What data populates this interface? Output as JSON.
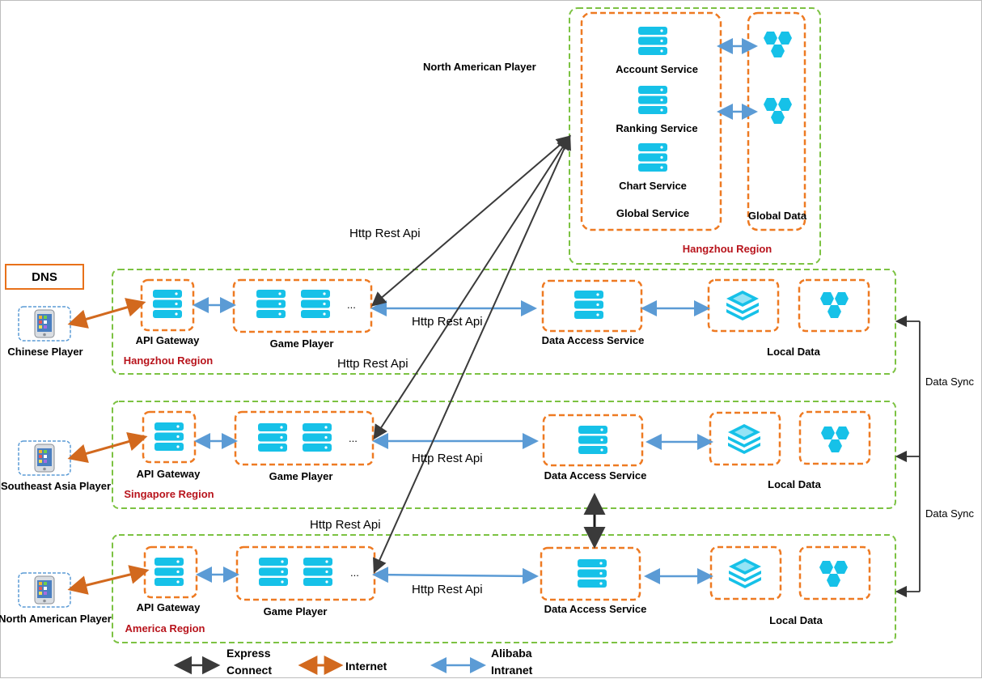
{
  "colors": {
    "express": "#3a3a3a",
    "internet": "#d2691e",
    "intranet": "#5b9bd5",
    "region_border": "#7cc242",
    "box_border": "#ee7a22",
    "accent_icon": "#16c1e8",
    "region_label": "#b8141c"
  },
  "dns": {
    "label": "DNS"
  },
  "global_region": {
    "title": "North American Player",
    "services": [
      "Account Service",
      "Ranking Service",
      "Chart Service"
    ],
    "service_group_label": "Global Service",
    "data_label": "Global Data",
    "region_label": "Hangzhou Region"
  },
  "regions": [
    {
      "player": "Chinese Player",
      "region": "Hangzhou Region",
      "gateway": "API Gateway",
      "game": "Game Player",
      "das": "Data Access Service",
      "local": "Local Data",
      "api_label": "Http Rest Api"
    },
    {
      "player": "Southeast Asia Player",
      "region": "Singapore Region",
      "gateway": "API Gateway",
      "game": "Game Player",
      "das": "Data Access Service",
      "local": "Local Data",
      "api_label": "Http Rest Api"
    },
    {
      "player": "North American Player",
      "region": "America Region",
      "gateway": "API Gateway",
      "game": "Game Player",
      "das": "Data Access Service",
      "local": "Local Data",
      "api_label": "Http Rest Api"
    }
  ],
  "cross_labels": [
    "Http Rest Api",
    "Http Rest Api",
    "Http Rest Api"
  ],
  "game_ellipsis": "...",
  "data_sync": [
    "Data Sync",
    "Data Sync"
  ],
  "legend": [
    {
      "type": "express",
      "label": "Express Connect",
      "lines": [
        "Express",
        "Connect"
      ]
    },
    {
      "type": "internet",
      "label": "Internet",
      "lines": [
        "Internet"
      ]
    },
    {
      "type": "intranet",
      "label": "Alibaba Intranet",
      "lines": [
        "Alibaba",
        "Intranet"
      ]
    }
  ]
}
